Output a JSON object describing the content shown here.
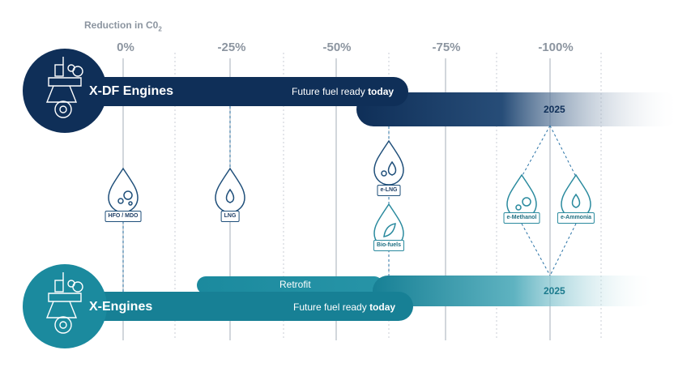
{
  "axis": {
    "title": "Reduction in C0",
    "title_sub": "2",
    "ticks": [
      "0%",
      "-25%",
      "-50%",
      "-75%",
      "-100%"
    ]
  },
  "xdf": {
    "name": "X-DF Engines",
    "future_text": "Future fuel ready",
    "future_bold": "today",
    "year": "2025"
  },
  "x": {
    "name": "X-Engines",
    "retrofit": "Retrofit",
    "future_text": "Future fuel ready",
    "future_bold": "today",
    "year": "2025"
  },
  "fuels": {
    "hfo": "HFO / MDO",
    "lng": "LNG",
    "elng": "e-LNG",
    "bio": "Bio-fuels",
    "emethanol": "e-Methanol",
    "eammonia": "e-Ammonia"
  },
  "colors": {
    "navy": "#0f2f58",
    "teal": "#1b8a9e",
    "teal_dark": "#167e92",
    "grey": "#8c95a0"
  }
}
